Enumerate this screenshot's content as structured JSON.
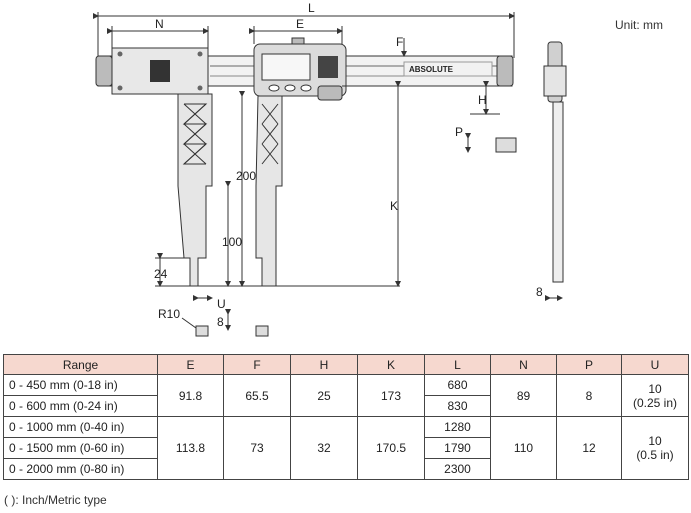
{
  "unit_label": "Unit: mm",
  "drawing_labels": {
    "L": "L",
    "N": "N",
    "E": "E",
    "F": "F",
    "H": "H",
    "P": "P",
    "K": "K",
    "U": "U",
    "R10": "R10",
    "dim200": "200",
    "dim100": "100",
    "dim24": "24",
    "dim8a": "8",
    "dim8b": "8",
    "brand": "ABSOLUTE"
  },
  "table": {
    "headers": [
      "Range",
      "E",
      "F",
      "H",
      "K",
      "L",
      "N",
      "P",
      "U"
    ],
    "group1": {
      "ranges": [
        "0 - 450 mm (0-18 in)",
        "0 - 600 mm (0-24 in)"
      ],
      "E": "91.8",
      "F": "65.5",
      "H": "25",
      "K": "173",
      "L": [
        "680",
        "830"
      ],
      "N": "89",
      "P": "8",
      "U": [
        "10",
        "(0.25 in)"
      ]
    },
    "group2": {
      "ranges": [
        "0 - 1000 mm (0-40 in)",
        "0 - 1500 mm (0-60 in)",
        "0 - 2000 mm (0-80 in)"
      ],
      "E": "113.8",
      "F": "73",
      "H": "32",
      "K": "170.5",
      "L": [
        "1280",
        "1790",
        "2300"
      ],
      "N": "110",
      "P": "12",
      "U": [
        "10",
        "(0.5 in)"
      ]
    }
  },
  "footnote": "( ): Inch/Metric type"
}
